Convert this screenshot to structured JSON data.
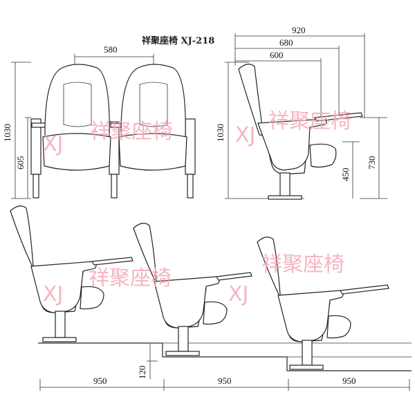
{
  "title": "祥聚座椅 XJ-218",
  "watermark": {
    "text": "祥聚座椅",
    "logo_letters": "XJ",
    "color": "#f4a9b8",
    "logo_color": "#f2c94c"
  },
  "front_view": {
    "width_label": "580",
    "height_label": "1030",
    "seat_height_label": "605"
  },
  "side_view": {
    "depth_total_label": "920",
    "depth_mid_label": "680",
    "depth_seat_label": "600",
    "height_label": "1030",
    "tablet_height_label": "730",
    "seat_height_label": "450"
  },
  "row_view": {
    "step_height_label": "120",
    "row_spacing_labels": [
      "950",
      "950",
      "950"
    ]
  }
}
